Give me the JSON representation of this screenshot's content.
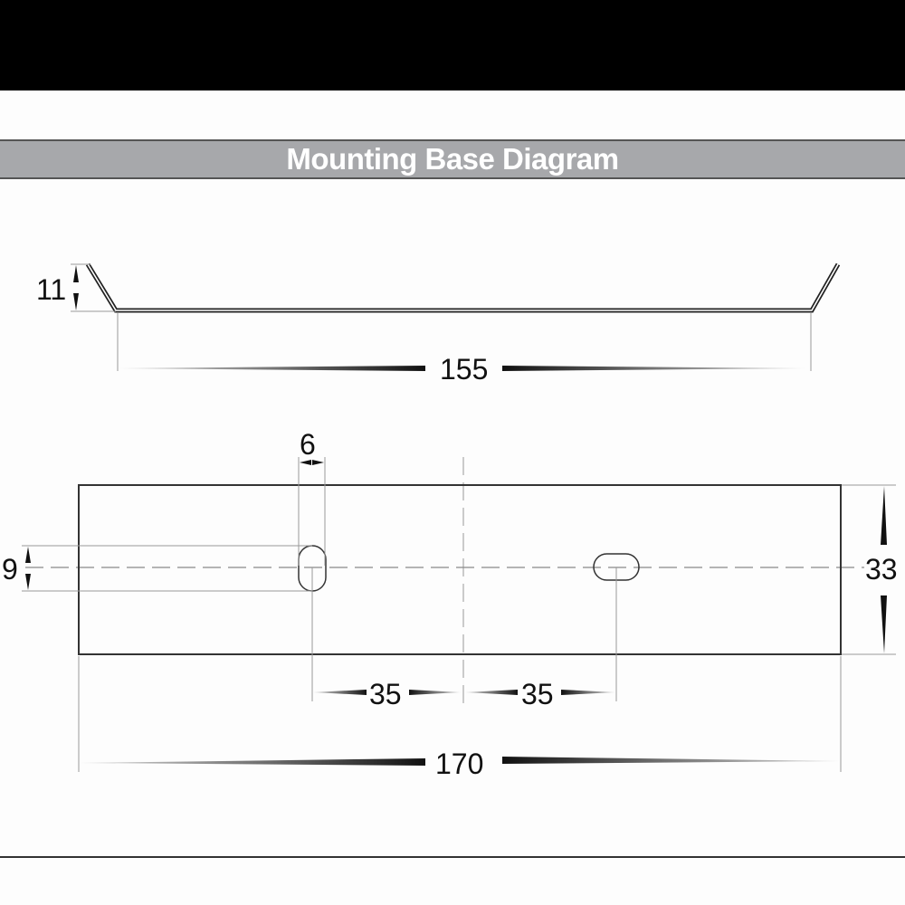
{
  "header": {
    "title": "Mounting Base Diagram"
  },
  "side_view": {
    "height_dim": "11",
    "base_length_dim": "155"
  },
  "top_view": {
    "slot_width_dim": "6",
    "slot_height_dim": "9",
    "plate_height_dim": "33",
    "left_offset_dim": "35",
    "right_offset_dim": "35",
    "overall_length_dim": "170"
  },
  "colors": {
    "top_bar": "#000000",
    "title_band": "#a7a8ab",
    "title_text": "#ffffff",
    "line": "#222222",
    "extension_line": "#999999"
  }
}
